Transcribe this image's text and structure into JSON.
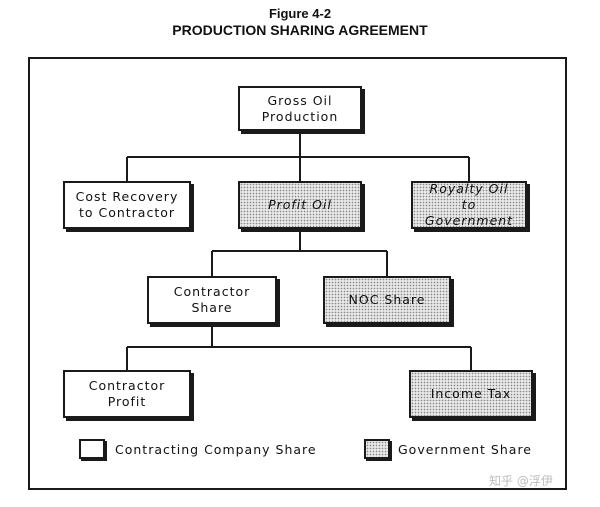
{
  "figure": {
    "number": "Figure 4-2",
    "title": "PRODUCTION SHARING AGREEMENT"
  },
  "nodes": {
    "gross_oil": "Gross Oil\nProduction",
    "cost_recovery": "Cost Recovery\nto Contractor",
    "profit_oil": "Profit Oil",
    "royalty_oil": "Royalty Oil\nto Government",
    "contractor_share": "Contractor\nShare",
    "noc_share": "NOC Share",
    "contractor_profit": "Contractor\nProfit",
    "income_tax": "Income Tax"
  },
  "legend": {
    "company": "Contracting Company Share",
    "government": "Government Share"
  },
  "colors": {
    "line": "#1a1a1a",
    "company_fill": "#ffffff",
    "government_fill": "#e9e9e9"
  },
  "watermark": "知乎 @浮伊"
}
